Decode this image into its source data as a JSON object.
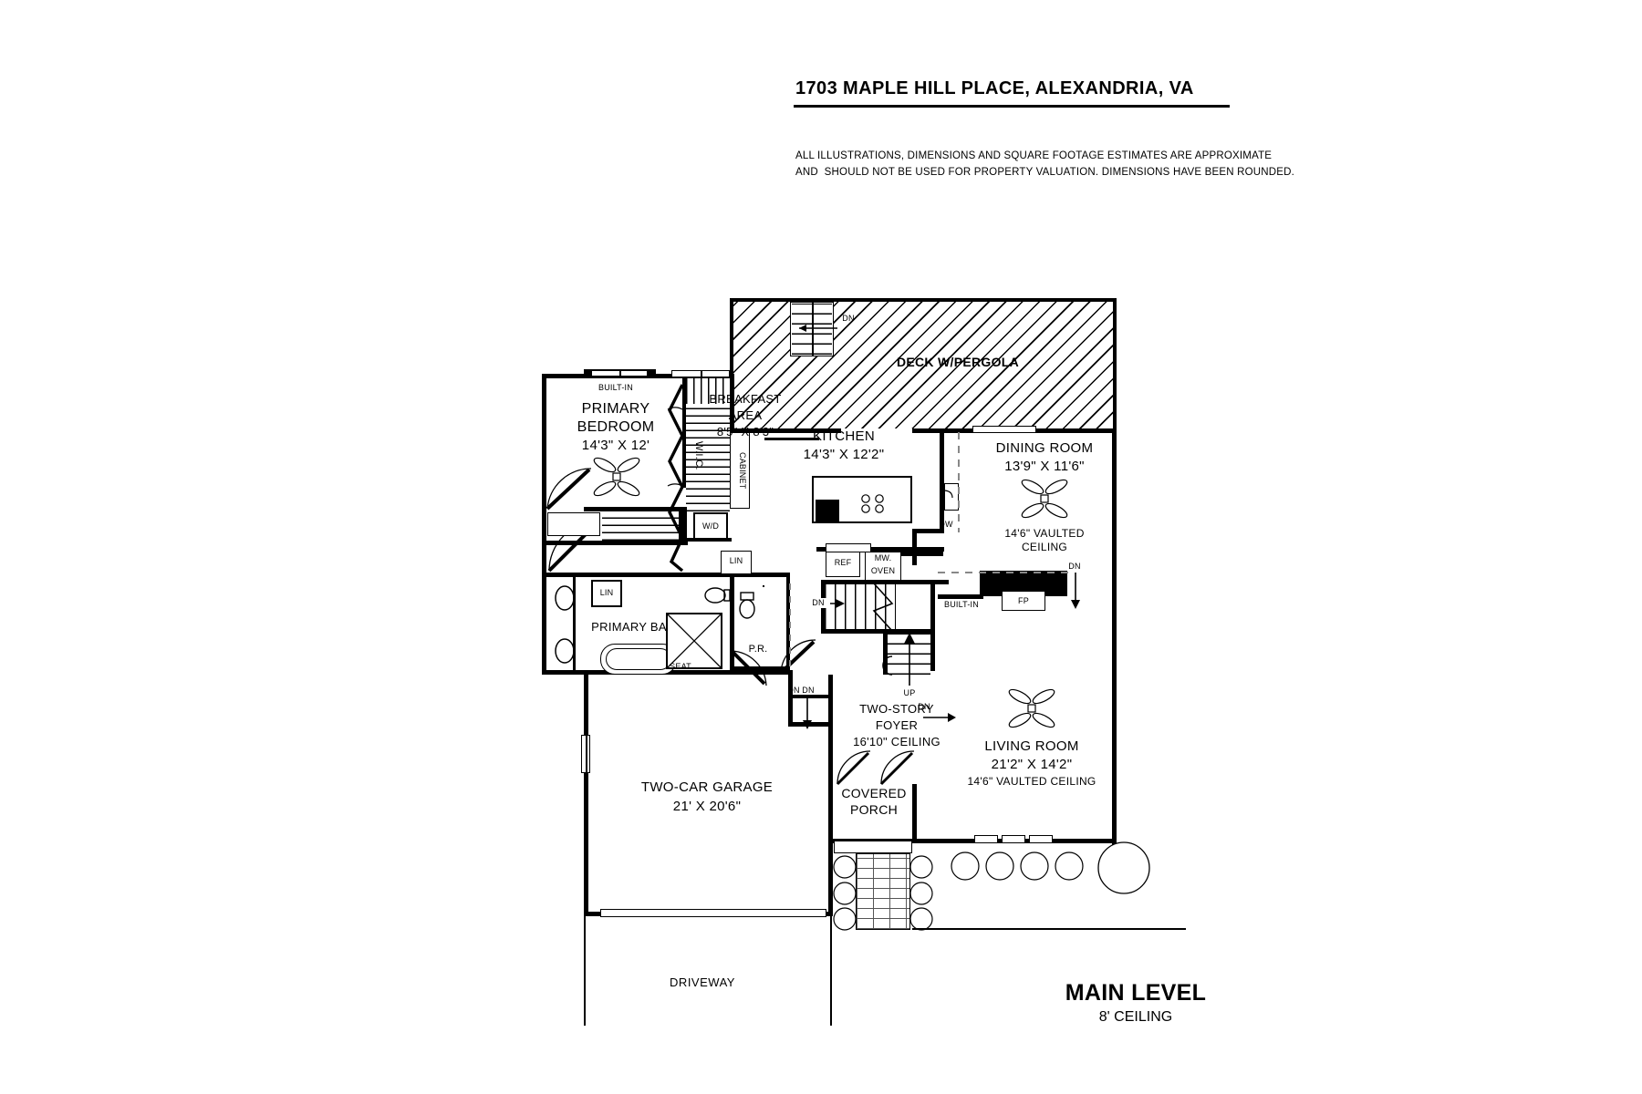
{
  "header": {
    "address": "1703 MAPLE HILL PLACE, ALEXANDRIA, VA",
    "disclaimer_line1": "ALL ILLUSTRATIONS, DIMENSIONS AND SQUARE FOOTAGE ESTIMATES ARE APPROXIMATE",
    "disclaimer_line2": "AND  SHOULD NOT BE USED FOR PROPERTY VALUATION. DIMENSIONS HAVE BEEN ROUNDED."
  },
  "footer": {
    "level_name": "MAIN LEVEL",
    "level_ceiling": "8' CEILING",
    "driveway_label": "DRIVEWAY"
  },
  "rooms": [
    {
      "name": "DECK W/PERGOLA",
      "dimensions": "",
      "note": ""
    },
    {
      "name": "PRIMARY\nBEDROOM",
      "dimensions": "14'3\" X 12'",
      "note": ""
    },
    {
      "name": "BREAKFAST\nAREA",
      "dimensions": "8'5\" X 8'3\"",
      "note": ""
    },
    {
      "name": "KITCHEN",
      "dimensions": "14'3\" X 12'2\"",
      "note": ""
    },
    {
      "name": "DINING ROOM",
      "dimensions": "13'9\" X 11'6\"",
      "note": "14'6\" VAULTED\nCEILING"
    },
    {
      "name": "LIVING ROOM",
      "dimensions": "21'2\" X 14'2\"",
      "note": "14'6\" VAULTED CEILING"
    },
    {
      "name": "TWO-STORY\nFOYER",
      "dimensions": "",
      "note": "16'10\" CEILING"
    },
    {
      "name": "TWO-CAR GARAGE",
      "dimensions": "21' X 20'6\"",
      "note": ""
    },
    {
      "name": "COVERED\nPORCH",
      "dimensions": "",
      "note": ""
    },
    {
      "name": "PRIMARY BATH",
      "dimensions": "",
      "note": ""
    },
    {
      "name": "P.R.",
      "dimensions": "",
      "note": ""
    }
  ],
  "labels": {
    "deck": "DECK W/PERGOLA",
    "primary_bedroom": "PRIMARY",
    "primary_bedroom2": "BEDROOM",
    "primary_bedroom_dim": "14'3\" X 12'",
    "built_in_top": "BUILT-IN",
    "built_in_fp": "BUILT-IN",
    "wic": "W.I.C.",
    "cabinet": "CABINET",
    "wd": "W/D",
    "breakfast1": "BREAKFAST",
    "breakfast2": "AREA",
    "breakfast_dim": "8'5\" X 8'3\"",
    "kitchen": "KITCHEN",
    "kitchen_dim": "14'3\" X 12'2\"",
    "ref": "REF",
    "mw": "MW.",
    "oven": "OVEN",
    "dw": "DW",
    "dining": "DINING ROOM",
    "dining_dim": "13'9\" X 11'6\"",
    "dining_ceiling1": "14'6\" VAULTED",
    "dining_ceiling2": "CEILING",
    "fp": "FP",
    "living": "LIVING ROOM",
    "living_dim": "21'2\" X 14'2\"",
    "living_ceiling": "14'6\" VAULTED CEILING",
    "foyer1": "TWO-STORY",
    "foyer2": "FOYER",
    "foyer_ceiling": "16'10\" CEILING",
    "covered1": "COVERED",
    "covered2": "PORCH",
    "garage": "TWO-CAR GARAGE",
    "garage_dim": "21' X 20'6\"",
    "primary_bath": "PRIMARY BATH",
    "pr": "P.R.",
    "lin1": "LIN",
    "lin2": "LIN",
    "seat": "SEAT",
    "up": "UP",
    "dn_deck": "DN",
    "dn_dining": "DN",
    "dn_kitchen": "DN",
    "dn_foyer_left": "DN",
    "dn_foyer_right": "DN",
    "dn_garage": "DN"
  },
  "colors": {
    "ink": "#000000",
    "paper": "#ffffff",
    "hatch": "#555555"
  }
}
